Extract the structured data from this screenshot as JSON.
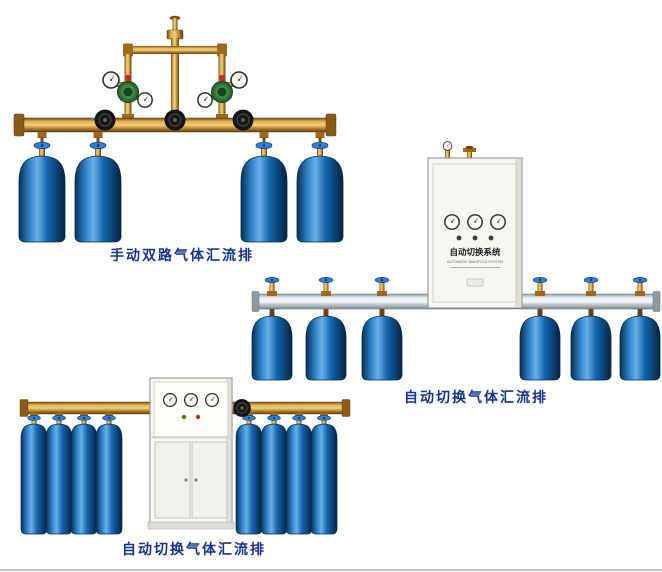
{
  "page": {
    "background": "#ffffff",
    "caption_color": "#17338c"
  },
  "figures": [
    {
      "id": "manual-dual-manifold",
      "caption": "手动双路气体汇流排",
      "cylinders": 4,
      "regulators": 2
    },
    {
      "id": "auto-switch-manifold-wall-cabinet",
      "caption": "自动切换气体汇流排",
      "cylinders": 6,
      "cabinet_label": "自动切换系统",
      "cabinet_sublabel": "AUTOMATIC MANIFOLD SYSTEM",
      "cabinet_gauges": 3
    },
    {
      "id": "auto-switch-manifold-floor-cabinet",
      "caption": "自动切换气体汇流排",
      "cylinders": 8,
      "cabinet_gauges": 3
    }
  ],
  "palette": {
    "brass": "#c8912f",
    "cylinder_blue": "#1565ae",
    "silver_rail": "#c3ccd3",
    "regulator_green": "#2f7d36",
    "handwheel_blue": "#2e82d8",
    "handwheel_black": "#161616",
    "cabinet": "#f6f6f2"
  }
}
